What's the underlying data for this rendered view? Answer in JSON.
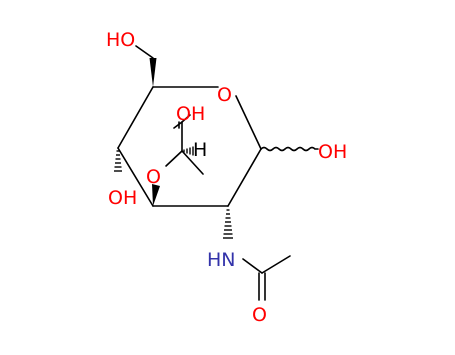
{
  "molecule": {
    "colors": {
      "bond": "#000000",
      "oxygen": "#ff0000",
      "nitrogen": "#3333aa",
      "background": "#ffffff"
    },
    "labels": {
      "ch2oh_oh": "HO",
      "ring_oxygen": "O",
      "anomeric_oh": "OH",
      "ether_oxygen": "O",
      "acid_oh": "OH",
      "acid_h": "H",
      "c4_oh": "OH",
      "amide_nh": "HN",
      "carbonyl_o": "O"
    }
  }
}
